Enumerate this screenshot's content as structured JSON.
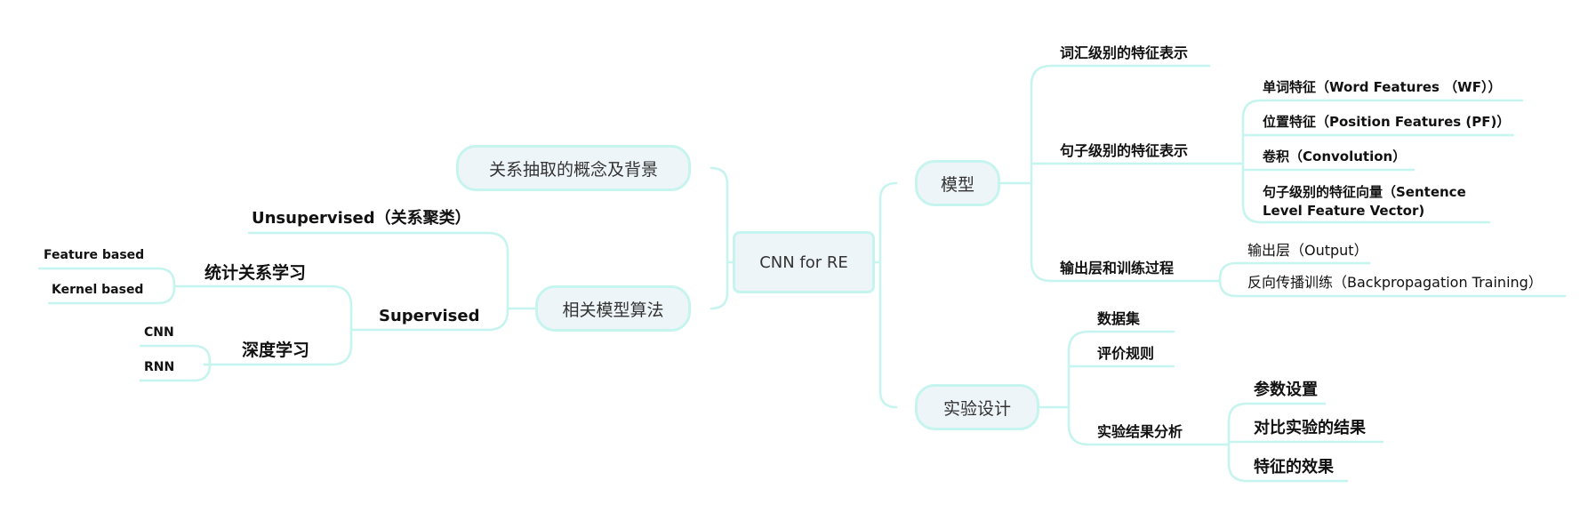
{
  "diagram": {
    "root": "CNN for RE",
    "right": {
      "model": {
        "label": "模型",
        "word_level": "词汇级别的特征表示",
        "sentence_level": {
          "label": "句子级别的特征表示",
          "children": [
            "单词特征（Word Features （WF））",
            "位置特征（Position Features (PF)）",
            "卷积（Convolution）",
            "句子级别的特征向量（Sentence Level Feature Vector)"
          ]
        },
        "output_training": {
          "label": "输出层和训练过程",
          "children": [
            "输出层（Output）",
            "反向传播训练（Backpropagation Training）"
          ]
        }
      },
      "experiment": {
        "label": "实验设计",
        "dataset": "数据集",
        "evaluation": "评价规则",
        "analysis": {
          "label": "实验结果分析",
          "children": [
            "参数设置",
            "对比实验的结果",
            "特征的效果"
          ]
        }
      }
    },
    "left": {
      "concept": "关系抽取的概念及背景",
      "algorithms": {
        "label": "相关模型算法",
        "unsupervised": "Unsupervised（关系聚类）",
        "supervised": {
          "label": "Supervised",
          "statistical": {
            "label": "统计关系学习",
            "children": [
              "Feature based",
              "Kernel based"
            ]
          },
          "deep": {
            "label": "深度学习",
            "children": [
              "CNN",
              "RNN"
            ]
          }
        }
      }
    },
    "colors": {
      "line": "#c6f4ef",
      "node_fill": "#eef5f8",
      "node_border": "#c6f4ef",
      "text": "#111111"
    }
  }
}
